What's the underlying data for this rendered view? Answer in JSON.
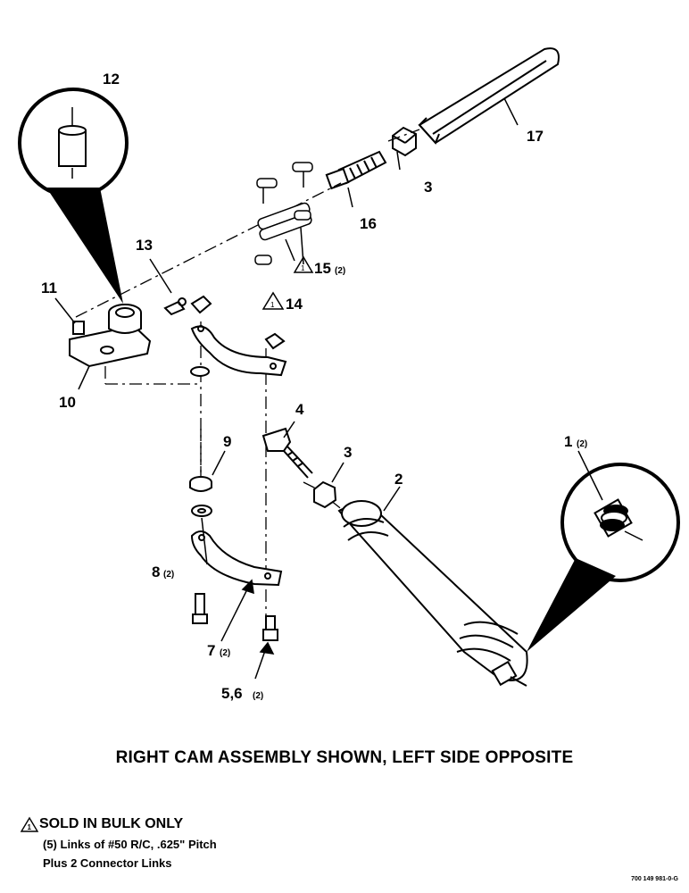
{
  "callouts": {
    "c12": "12",
    "c17": "17",
    "c3a": "3",
    "c16": "16",
    "c13": "13",
    "c15": "15",
    "c15q": "(2)",
    "c14": "14",
    "c11": "11",
    "c10": "10",
    "c4": "4",
    "c9": "9",
    "c3b": "3",
    "c2": "2",
    "c1": "1",
    "c1q": "(2)",
    "c8": "8",
    "c8q": "(2)",
    "c7": "7",
    "c7q": "(2)",
    "c56": "5,6",
    "c56q": "(2)",
    "tri": "1"
  },
  "caption": "RIGHT CAM ASSEMBLY SHOWN, LEFT SIDE OPPOSITE",
  "note": {
    "marker": "1",
    "title": "SOLD IN BULK ONLY",
    "line1": "(5) Links of #50 R/C, .625\" Pitch",
    "line2": "Plus 2 Connector Links"
  },
  "drawing_ref": "700 149 981-0-G"
}
